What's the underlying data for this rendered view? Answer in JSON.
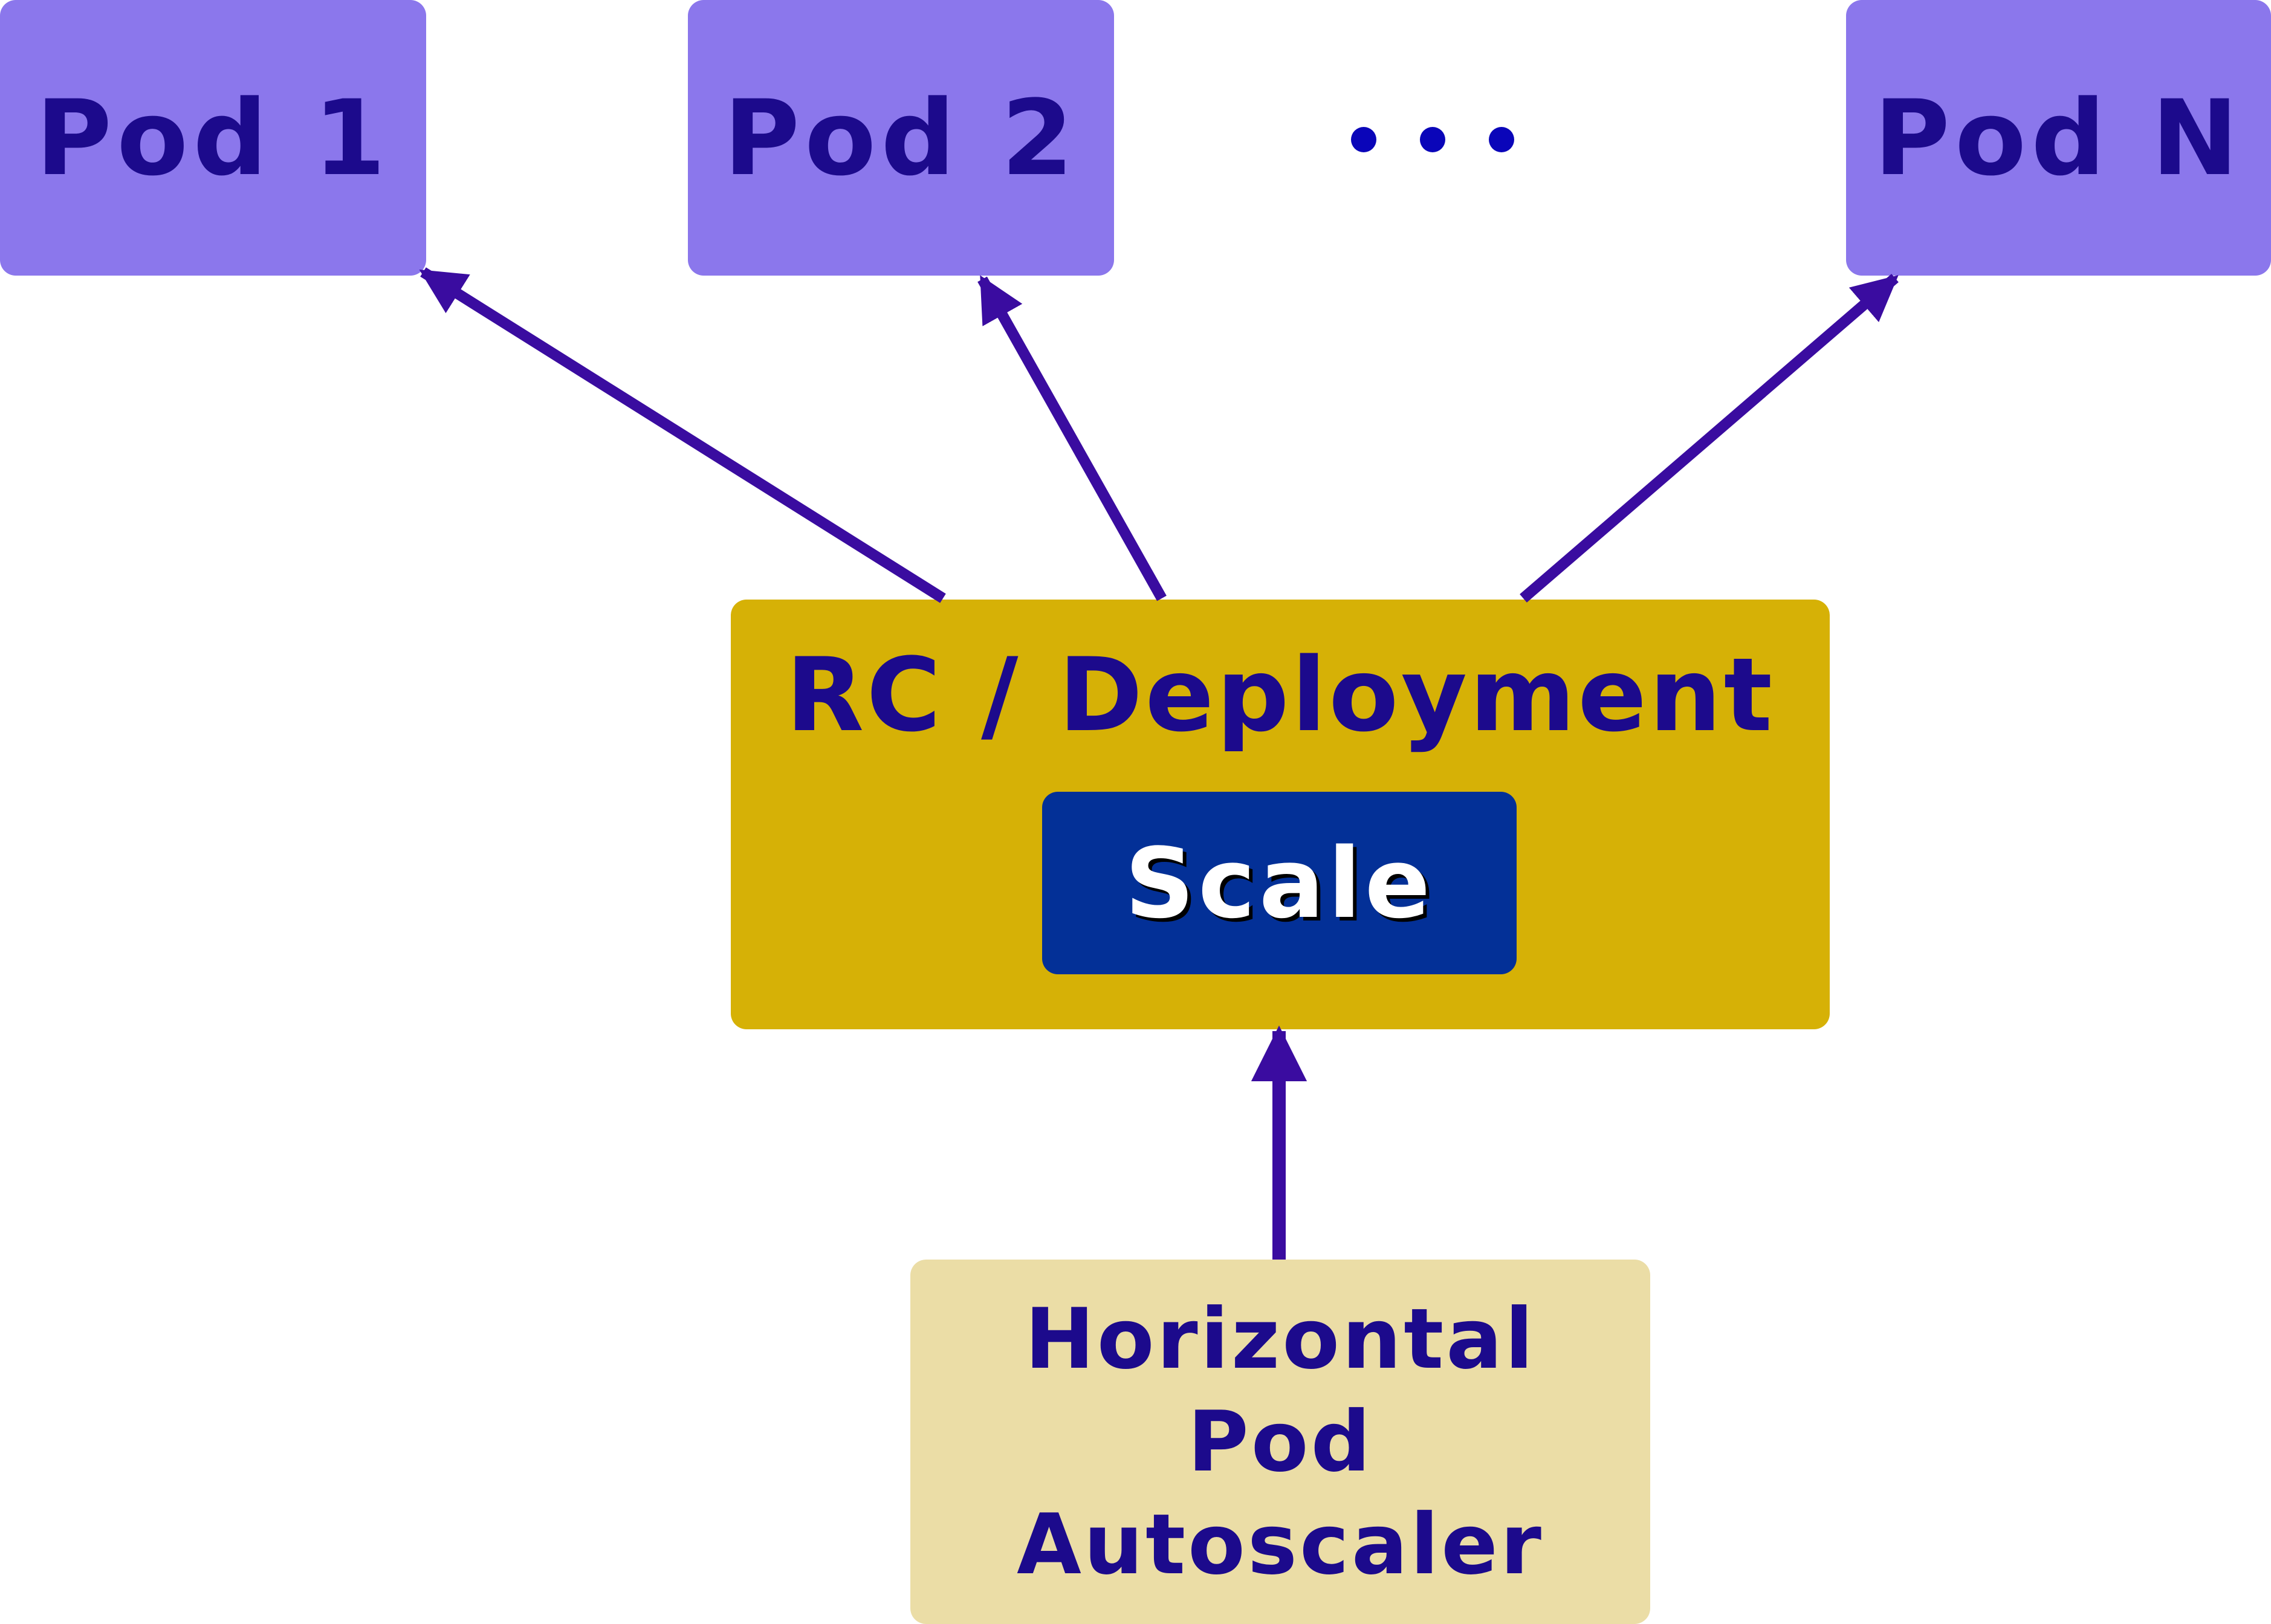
{
  "pods": [
    {
      "label": "Pod 1"
    },
    {
      "label": "Pod 2"
    },
    {
      "label": "Pod N"
    }
  ],
  "ellipsis": "•••",
  "deployment": {
    "title": "RC / Deployment",
    "scale_label": "Scale"
  },
  "autoscaler": {
    "lines": [
      "Horizontal",
      "Pod",
      "Autoscaler"
    ]
  },
  "colors": {
    "pod_fill": "#8b77ec",
    "deployment_fill": "#d6b106",
    "scale_fill": "#033097",
    "autoscaler_fill": "#ebdda6",
    "text": "#1c0a8c",
    "arrow": "#3a0ca0"
  }
}
